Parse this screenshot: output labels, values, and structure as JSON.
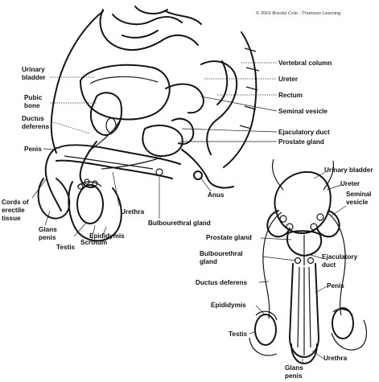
{
  "credit": "© 2001 Brooks Cole - Thomson Learning",
  "labels": {
    "urinary_bladder_1": "Urinary",
    "urinary_bladder_2": "bladder",
    "pubic_bone_1": "Pubic",
    "pubic_bone_2": "bone",
    "ductus_deferens_1": "Ductus",
    "ductus_deferens_2": "deferens",
    "penis": "Penis",
    "cords_1": "Cords of",
    "cords_2": "erectile",
    "cords_3": "tissue",
    "glans_penis_1": "Glans",
    "glans_penis_2": "penis",
    "testis": "Testis",
    "scrotum": "Scrotum",
    "epididymis": "Epididymis",
    "urethra": "Urethra",
    "bulbourethral_gland": "Bulbourethral gland",
    "anus": "Anus",
    "vertebral_column": "Vertebral column",
    "ureter": "Ureter",
    "rectum": "Rectum",
    "seminal_vesicle": "Seminal vesicle",
    "ejaculatory_duct": "Ejaculatory duct",
    "prostate_gland": "Prostate gland"
  },
  "inset_labels": {
    "urinary_bladder": "Urinary bladder",
    "ureter": "Ureter",
    "seminal_vesicle_1": "Seminal",
    "seminal_vesicle_2": "vesicle",
    "prostate_gland": "Prostate gland",
    "bulbourethral_1": "Bulbourethral",
    "bulbourethral_2": "gland",
    "ejaculatory_1": "Ejaculatory",
    "ejaculatory_2": "duct",
    "ductus_deferens": "Ductus deferens",
    "penis": "Penis",
    "epididymis": "Epididymis",
    "testis": "Testis",
    "urethra": "Urethra",
    "glans_1": "Glans",
    "glans_2": "penis"
  }
}
